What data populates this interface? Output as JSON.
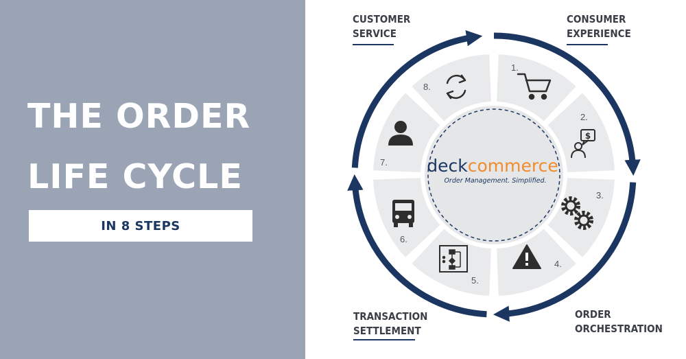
{
  "title": {
    "line1": "THE ORDER",
    "line2": "LIFE CYCLE",
    "subtitle": "IN 8 STEPS"
  },
  "stages": {
    "customer_service": "CUSTOMER\nSERVICE",
    "consumer_experience": "CONSUMER\nEXPERIENCE",
    "order_orchestration": "ORDER\nORCHESTRATION",
    "transaction_settlement": "TRANSACTION\nSETTLEMENT"
  },
  "brand": {
    "name_part1": "deck",
    "name_part2": "commerce",
    "tagline": "Order Management. Simplified."
  },
  "steps": [
    {
      "number": "1.",
      "icon": "shopping-cart-icon"
    },
    {
      "number": "2.",
      "icon": "customer-dollar-icon"
    },
    {
      "number": "3.",
      "icon": "gears-icon"
    },
    {
      "number": "4.",
      "icon": "warning-icon"
    },
    {
      "number": "5.",
      "icon": "flowchart-icon"
    },
    {
      "number": "6.",
      "icon": "truck-icon"
    },
    {
      "number": "7.",
      "icon": "person-icon"
    },
    {
      "number": "8.",
      "icon": "refresh-icon"
    }
  ],
  "colors": {
    "navy": "#1b3660",
    "panel": "#9aa4b5",
    "segment": "#e9eaec",
    "orange": "#f08c2e"
  }
}
